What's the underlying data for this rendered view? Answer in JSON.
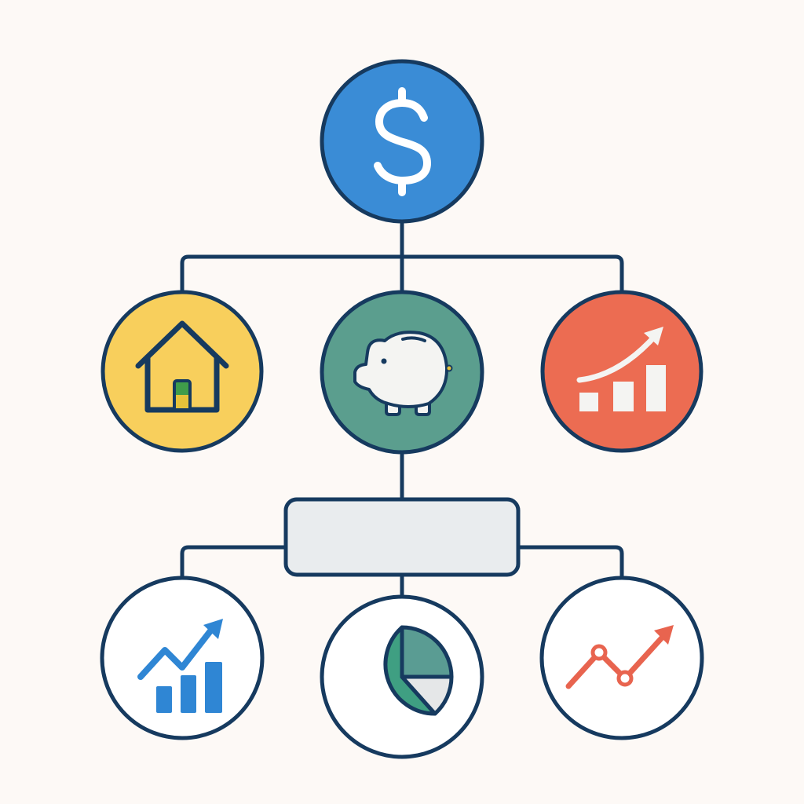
{
  "colors": {
    "background": "#fdf9f6",
    "stroke": "#163a5f",
    "root_fill": "#3a8cd6",
    "home_fill": "#f8cf5c",
    "savings_fill": "#5b9e8e",
    "growth_fill": "#ec6c52",
    "box_fill": "#e9ecee",
    "white_circle_fill": "#ffffff",
    "blue_chart": "#2f86d4",
    "red_chart": "#e8644f",
    "pie_green": "#3f9f82",
    "pie_teal": "#5a9c93",
    "pie_gray": "#e5e7e8",
    "icon_white": "#f4f4f2",
    "door_yellow": "#e6c23a",
    "door_green": "#3f9c4a"
  },
  "nodes": {
    "root": {
      "icon": "dollar-sign-icon"
    },
    "level1": [
      {
        "id": "home",
        "icon": "house-icon"
      },
      {
        "id": "savings",
        "icon": "piggy-bank-icon"
      },
      {
        "id": "growth",
        "icon": "bar-chart-with-arrow-icon"
      }
    ],
    "box": {
      "label": ""
    },
    "level2": [
      {
        "id": "stocks",
        "icon": "rising-bar-chart-icon"
      },
      {
        "id": "allocation",
        "icon": "pie-chart-icon"
      },
      {
        "id": "trend",
        "icon": "line-chart-icon"
      }
    ]
  }
}
